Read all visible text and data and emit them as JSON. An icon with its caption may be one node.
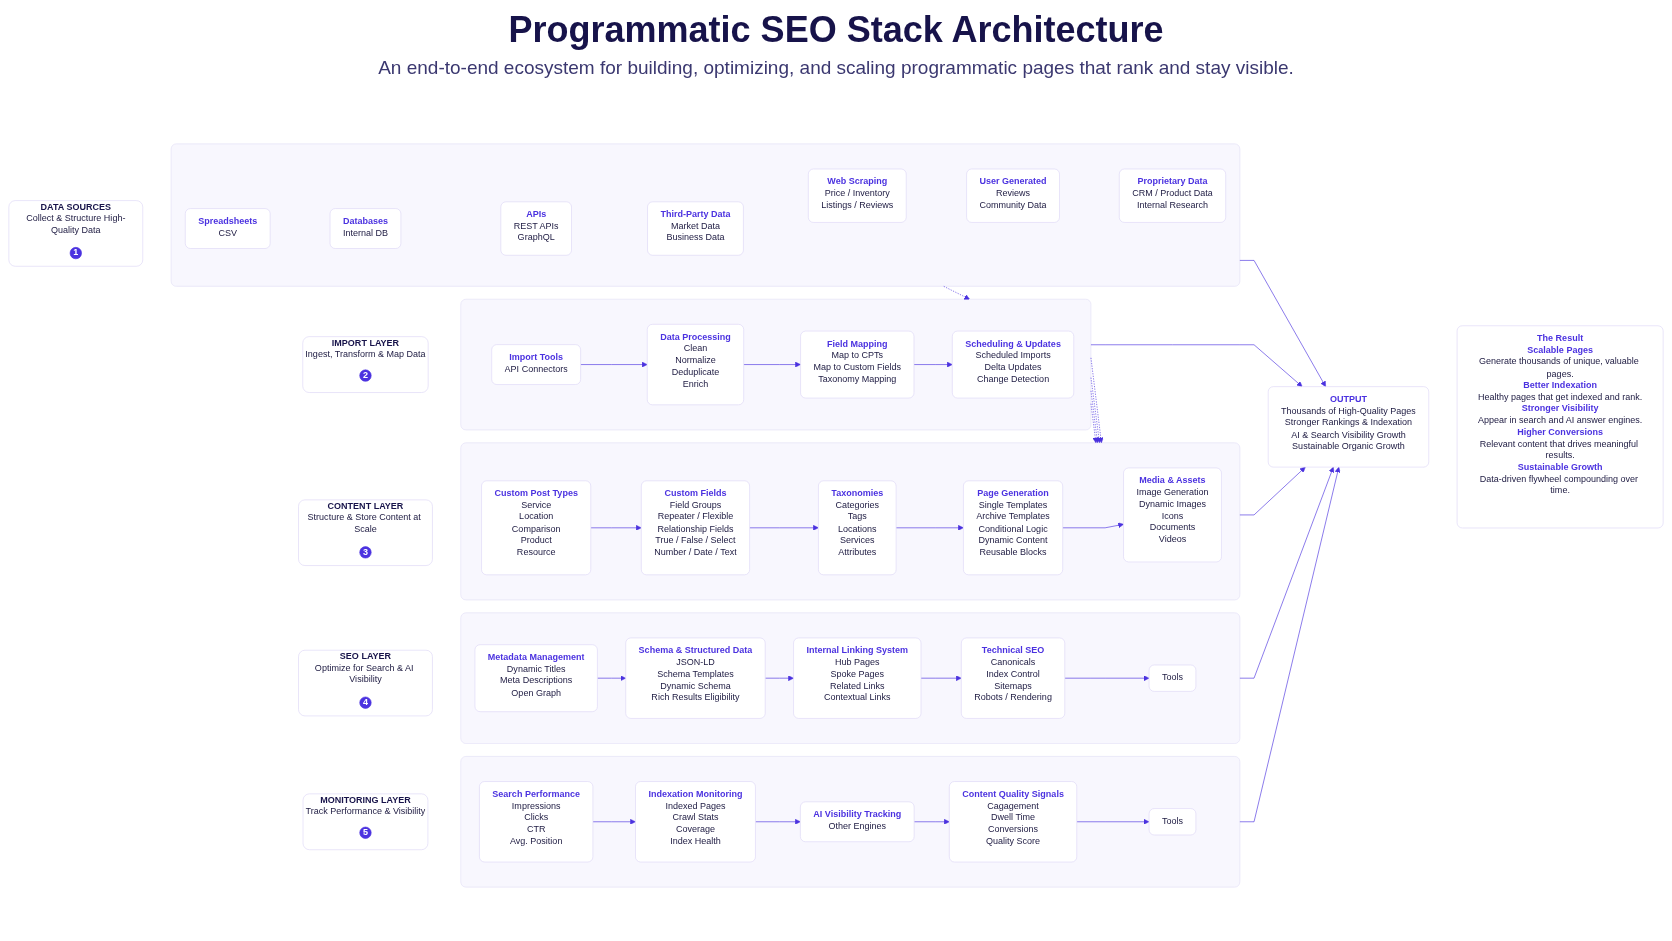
{
  "diagram": {
    "title": "Programmatic SEO Stack Architecture",
    "nodes": [
      {
        "text": [
          "DATA SOURCES",
          "Collect & Structure High-Quality Data"
        ]
      },
      {
        "text": [
          "1"
        ],
        "in": 0
      },
      {
        "text": [],
        "shape": "box"
      },
      {
        "text": [
          "Spreadsheets",
          "CSV"
        ],
        "in": 2
      },
      {
        "text": [
          "Databases",
          "Internal DB"
        ],
        "in": 2
      },
      {
        "text": [
          "APIs",
          "REST APIs",
          "GraphQL"
        ],
        "in": 2
      },
      {
        "text": [
          "Third-Party Data",
          "Market Data",
          "Business Data"
        ],
        "in": 2
      },
      {
        "text": [
          "Web Scraping",
          "Price / Inventory",
          "Listings / Reviews"
        ],
        "in": 2
      },
      {
        "text": [
          "User Generated",
          "Reviews",
          "Community Data"
        ],
        "in": 2
      },
      {
        "text": [
          "Proprietary Data",
          "CRM / Product Data",
          "Internal Research"
        ],
        "in": 2
      },
      {
        "text": [
          "IMPORT LAYER",
          "Ingest, Transform & Map Data"
        ]
      },
      {
        "text": [
          "2"
        ],
        "in": 10
      },
      {
        "text": [],
        "shape": "box"
      },
      {
        "text": [
          "Import Tools",
          "API Connectors"
        ],
        "in": 12
      },
      {
        "text": [
          "Data Processing",
          "Clean",
          "Normalize",
          "Deduplicate",
          "Enrich"
        ],
        "in": 12
      },
      {
        "text": [
          "Field Mapping",
          "Map to CPTs",
          "Map to Custom Fields",
          "Taxonomy Mapping"
        ],
        "in": 12
      },
      {
        "text": [
          "Scheduling & Updates",
          "Scheduled Imports",
          "Delta Updates",
          "Change Detection"
        ],
        "in": 12
      },
      {
        "text": [
          "CONTENT LAYER",
          "Structure & Store Content at Scale"
        ]
      },
      {
        "text": [
          "3"
        ],
        "in": 17
      },
      {
        "text": [],
        "shape": "box"
      },
      {
        "text": [
          "Custom Post Types",
          "Service",
          "Location",
          "Comparison",
          "Product",
          "Resource"
        ],
        "in": 19
      },
      {
        "text": [
          "Custom Fields",
          "Field Groups",
          "Repeater / Flexible",
          "Relationship Fields",
          "True / False / Select",
          "Number / Date / Text"
        ],
        "in": 19
      },
      {
        "text": [
          "Taxonomies",
          "Categories",
          "Tags",
          "Locations",
          "Services",
          "Attributes"
        ],
        "in": 19
      },
      {
        "text": [
          "Page Generation",
          "Single Templates",
          "Archive Templates",
          "Conditional Logic",
          "Dynamic Content",
          "Reusable Blocks"
        ],
        "in": 19
      },
      {
        "text": [
          "Media & Assets",
          "Image Generation",
          "Dynamic Images",
          "Icons",
          "Documents",
          "Videos"
        ],
        "in": 19
      },
      {
        "text": [
          "SEO LAYER",
          "Optimize for Search & AI Visibility"
        ]
      },
      {
        "text": [
          "4"
        ],
        "in": 25
      },
      {
        "text": [],
        "shape": "box"
      },
      {
        "text": [
          "Metadata Management",
          "Dynamic Titles",
          "Meta Descriptions",
          "Open Graph"
        ],
        "in": 27
      },
      {
        "text": [
          "Schema & Structured Data",
          "JSON-LD",
          "Schema Templates",
          "Dynamic Schema",
          "Rich Results Eligibility"
        ],
        "in": 27
      },
      {
        "text": [
          "Internal Linking System",
          "Hub Pages",
          "Spoke Pages",
          "Related Links",
          "Contextual Links"
        ],
        "in": 27
      },
      {
        "text": [
          "Technical SEO",
          "Canonicals",
          "Index Control",
          "Sitemaps",
          "Robots / Rendering"
        ],
        "in": 27
      },
      {
        "text": [
          "Tools"
        ],
        "in": 27
      },
      {
        "text": [
          "MONITORING LAYER",
          "Track Performance & Visibility"
        ]
      },
      {
        "text": [
          "5"
        ],
        "in": 33
      },
      {
        "text": [],
        "shape": "box"
      },
      {
        "text": [
          "Search Performance",
          "Impressions",
          "Clicks",
          "CTR",
          "Avg. Position"
        ],
        "in": 35
      },
      {
        "text": [
          "Indexation Monitoring",
          "Indexed Pages",
          "Crawl Stats",
          "Coverage",
          "Index Health"
        ],
        "in": 35
      },
      {
        "text": [
          "AI Visibility Tracking",
          "Other Engines"
        ],
        "in": 35
      },
      {
        "text": [
          "Content Quality Signals",
          "Cagagement",
          "Dwell Time",
          "Conversions",
          "Quality Score"
        ],
        "in": 35
      },
      {
        "text": [
          "Tools"
        ],
        "in": 35
      },
      {
        "text": [
          "OUTPUT",
          "Thousands of High-Quality Pages",
          "Stronger Rankings & Indexation",
          "AI & Search Visibility Growth",
          "Sustainable Organic Growth"
        ]
      },
      {
        "text": [
          "The Result",
          "Scalable Pages",
          "Generate thousands of unique, valuable pages.",
          "Better Indexation",
          "Healthy pages that get indexed and rank.",
          "Stronger Visibility",
          "Appear in search and AI answer engines.",
          "Higher Conversions",
          "Relevant content that drives meaningful results.",
          "Sustainable Growth",
          "Data-driven flywheel compounding over time."
        ]
      }
    ],
    "edges": [
      {
        "from": 2,
        "to": 12,
        "arrow": "to",
        "style": "dashed"
      },
      {
        "from": 2,
        "to": 41,
        "arrow": "to"
      },
      {
        "from": 13,
        "to": 14,
        "arrow": "to"
      },
      {
        "from": 14,
        "to": 15,
        "arrow": "to"
      },
      {
        "from": 15,
        "to": 16,
        "arrow": "to"
      },
      {
        "from": 12,
        "to": 41,
        "arrow": "to"
      },
      {
        "from": 12,
        "to": 19,
        "arrow": "to",
        "style": "dashed"
      },
      {
        "from": 12,
        "to": 19,
        "arrow": "to",
        "style": "dashed"
      },
      {
        "from": 12,
        "to": 19,
        "arrow": "to",
        "style": "dashed"
      },
      {
        "from": 12,
        "to": 19,
        "arrow": "to",
        "style": "dashed"
      },
      {
        "from": 20,
        "to": 21,
        "arrow": "to"
      },
      {
        "from": 21,
        "to": 22,
        "arrow": "to"
      },
      {
        "from": 22,
        "to": 23,
        "arrow": "to"
      },
      {
        "from": 23,
        "to": 24,
        "arrow": "to"
      },
      {
        "from": 19,
        "to": 41,
        "arrow": "to"
      },
      {
        "from": 28,
        "to": 29,
        "arrow": "to"
      },
      {
        "from": 29,
        "to": 30,
        "arrow": "to"
      },
      {
        "from": 30,
        "to": 31,
        "arrow": "to"
      },
      {
        "from": 31,
        "to": 32,
        "arrow": "to"
      },
      {
        "from": 27,
        "to": 41,
        "arrow": "to"
      },
      {
        "from": 36,
        "to": 37,
        "arrow": "to"
      },
      {
        "from": 37,
        "to": 38,
        "arrow": "to"
      },
      {
        "from": 38,
        "to": 39,
        "arrow": "to"
      },
      {
        "from": 39,
        "to": 40,
        "arrow": "to"
      },
      {
        "from": 35,
        "to": 41,
        "arrow": "to"
      }
    ],
    "labels": [
      "An end-to-end ecosystem for building, optimizing, and scaling programmatic pages that rank and stay visible."
    ]
  }
}
